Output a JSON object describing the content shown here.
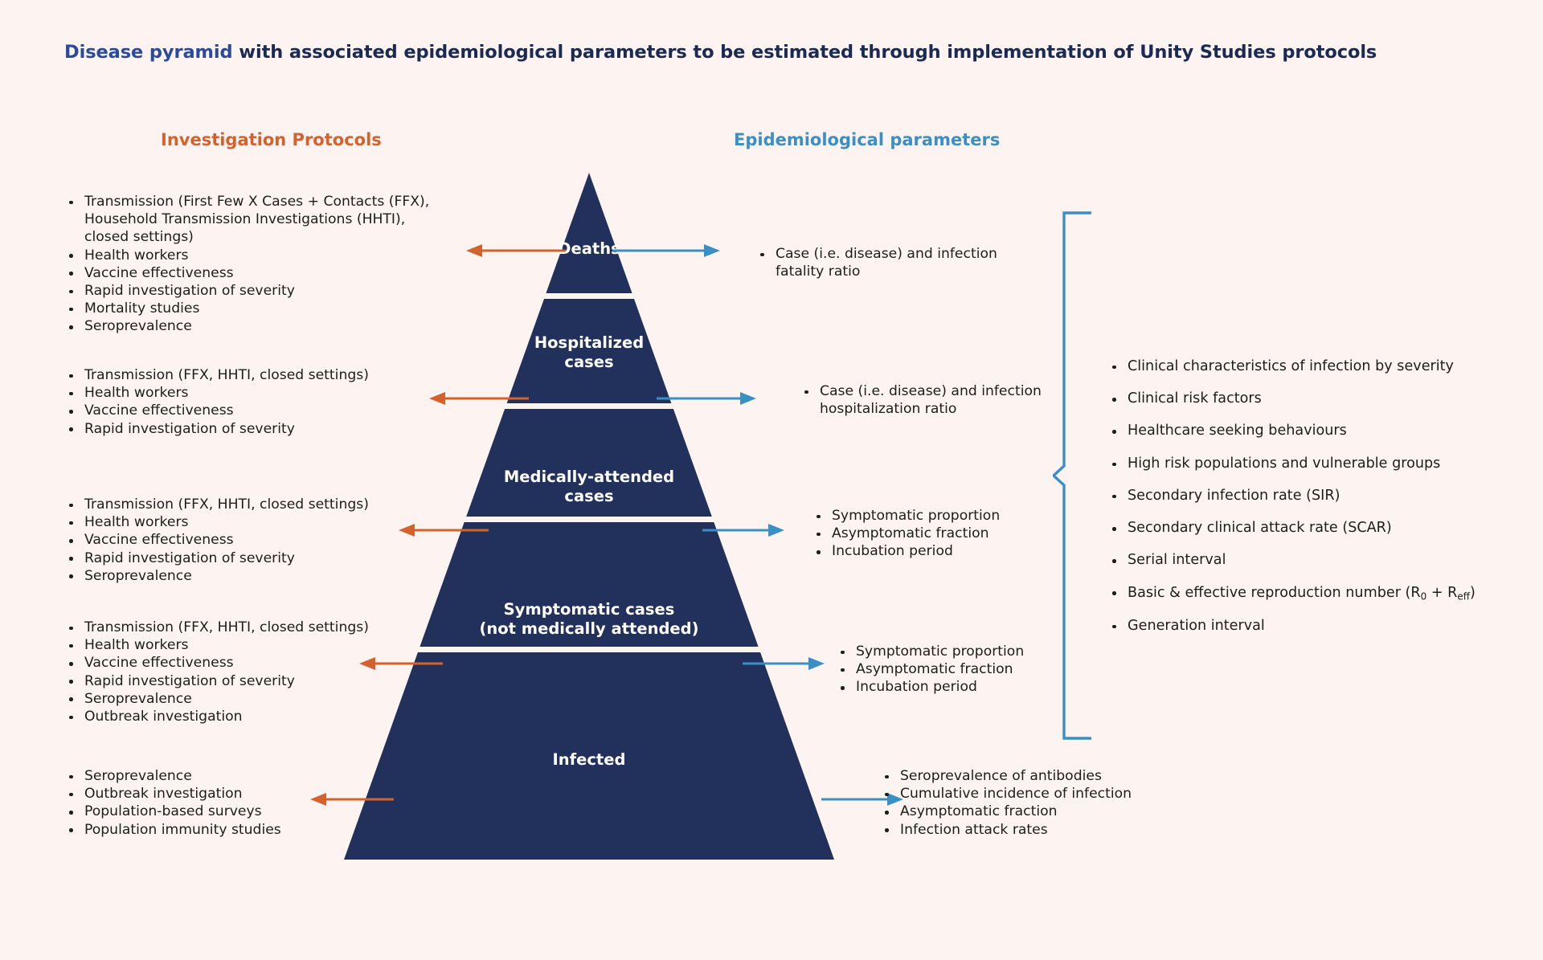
{
  "title": {
    "accent": "Disease pyramid",
    "rest": " with associated epidemiological parameters to be estimated through implementation of Unity Studies protocols"
  },
  "columns": {
    "left_heading": "Investigation Protocols",
    "right_heading": "Epidemiological parameters"
  },
  "colors": {
    "background": "#fdf4f1",
    "pyramid": "#22305c",
    "left_accent": "#d4622c",
    "right_accent": "#3a8fc4",
    "title_accent": "#2b4a9b",
    "text": "#1d1d1b"
  },
  "pyramid": {
    "tiers": [
      {
        "id": "deaths",
        "label": "Deaths"
      },
      {
        "id": "hospitalized",
        "label": "Hospitalized\ncases"
      },
      {
        "id": "medically-attended",
        "label": "Medically-attended\ncases"
      },
      {
        "id": "symptomatic",
        "label": "Symptomatic cases\n(not medically attended)"
      },
      {
        "id": "infected",
        "label": "Infected"
      }
    ]
  },
  "investigation_protocols": [
    {
      "tier": "deaths",
      "items": [
        "Transmission (First Few X Cases + Contacts (FFX), Household Transmission Investigations (HHTI), closed settings)",
        "Health workers",
        "Vaccine effectiveness",
        "Rapid investigation of severity",
        "Mortality studies",
        "Seroprevalence"
      ]
    },
    {
      "tier": "hospitalized",
      "items": [
        "Transmission (FFX, HHTI, closed settings)",
        "Health workers",
        "Vaccine effectiveness",
        "Rapid investigation of severity"
      ]
    },
    {
      "tier": "medically-attended",
      "items": [
        "Transmission (FFX, HHTI, closed settings)",
        "Health workers",
        "Vaccine effectiveness",
        "Rapid investigation of severity",
        "Seroprevalence"
      ]
    },
    {
      "tier": "symptomatic",
      "items": [
        "Transmission (FFX, HHTI, closed settings)",
        "Health workers",
        "Vaccine effectiveness",
        "Rapid investigation of severity",
        "Seroprevalence",
        "Outbreak investigation"
      ]
    },
    {
      "tier": "infected",
      "items": [
        "Seroprevalence",
        "Outbreak investigation",
        "Population-based surveys",
        "Population immunity studies"
      ]
    }
  ],
  "epidemiological_parameters": [
    {
      "tier": "deaths",
      "items": [
        "Case (i.e. disease) and infection fatality ratio"
      ]
    },
    {
      "tier": "hospitalized",
      "items": [
        "Case (i.e. disease) and infection hospitalization ratio"
      ]
    },
    {
      "tier": "medically-attended",
      "items": [
        "Symptomatic proportion",
        "Asymptomatic fraction",
        "Incubation period"
      ]
    },
    {
      "tier": "symptomatic",
      "items": [
        "Symptomatic proportion",
        "Asymptomatic fraction",
        "Incubation period"
      ]
    },
    {
      "tier": "infected",
      "items": [
        "Seroprevalence of antibodies",
        "Cumulative incidence of infection",
        "Asymptomatic fraction",
        "Infection attack rates"
      ]
    }
  ],
  "cross_cutting_parameters": {
    "items": [
      "Clinical characteristics of infection by severity",
      "Clinical risk factors",
      "Healthcare seeking behaviours",
      "High risk populations and vulnerable groups",
      "Secondary infection rate (SIR)",
      "Secondary clinical attack rate (SCAR)",
      "Serial interval",
      "Basic & effective reproduction number (R₀ + R_eff)",
      "Generation interval"
    ],
    "items_html": [
      "Clinical characteristics of infection by severity",
      "Clinical risk factors",
      "Healthcare seeking behaviours",
      "High risk populations and vulnerable groups",
      "Secondary infection rate (SIR)",
      "Secondary clinical attack rate (SCAR)",
      "Serial interval",
      "Basic &amp; effective reproduction number (R<sub>0</sub> + R<sub>eff</sub>)",
      "Generation interval"
    ]
  }
}
